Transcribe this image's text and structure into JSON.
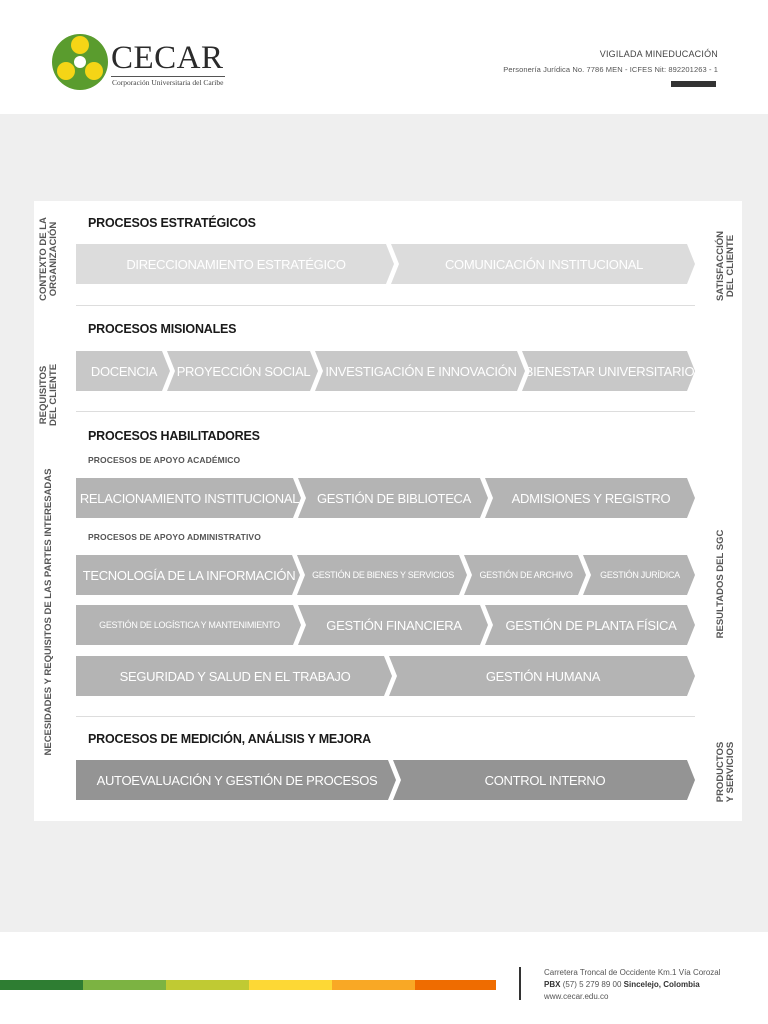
{
  "header": {
    "brand_name": "CECAR",
    "brand_sub": "Corporación Universitaria del Caribe",
    "vigilada": "VIGILADA MINEDUCACIÓN",
    "personeria": "Personería Jurídica No. 7786 MEN - ICFES Nit: 892201263 - 1"
  },
  "side_left": {
    "contexto": "CONTEXTO DE LA\nORGANIZACIÓN",
    "requisitos": "REQUISITOS\nDEL CLIENTE",
    "necesidades": "NECESIDADES Y REQUISITOS DE LAS PARTES INTERESADAS"
  },
  "side_right": {
    "satisfaccion": "SATISFACCIÓN\nDEL CLIENTE",
    "resultados": "RESULTADOS DEL SGC",
    "productos": "PRODUCTOS\nY SERVICIOS"
  },
  "estrategicos": {
    "title": "PROCESOS ESTRATÉGICOS",
    "items": [
      "DIRECCIONAMIENTO ESTRATÉGICO",
      "COMUNICACIÓN INSTITUCIONAL"
    ]
  },
  "misionales": {
    "title": "PROCESOS MISIONALES",
    "items": [
      "DOCENCIA",
      "PROYECCIÓN SOCIAL",
      "INVESTIGACIÓN E INNOVACIÓN",
      "BIENESTAR UNIVERSITARIO"
    ]
  },
  "habilitadores": {
    "title": "PROCESOS HABILITADORES",
    "academico_title": "PROCESOS DE APOYO ACADÉMICO",
    "academico": [
      "RELACIONAMIENTO INSTITUCIONAL",
      "GESTIÓN DE BIBLIOTECA",
      "ADMISIONES Y REGISTRO"
    ],
    "administrativo_title": "PROCESOS DE APOYO ADMINISTRATIVO",
    "admin_row1": [
      "TECNOLOGÍA DE LA INFORMACIÓN",
      "GESTIÓN DE BIENES Y SERVICIOS",
      "GESTIÓN DE ARCHIVO",
      "GESTIÓN JURÍDICA"
    ],
    "admin_row2": [
      "GESTIÓN DE LOGÍSTICA Y MANTENIMIENTO",
      "GESTIÓN FINANCIERA",
      "GESTIÓN DE PLANTA FÍSICA"
    ],
    "admin_row3": [
      "SEGURIDAD Y SALUD EN EL TRABAJO",
      "GESTIÓN HUMANA"
    ]
  },
  "medicion": {
    "title": "PROCESOS DE MEDICIÓN, ANÁLISIS Y MEJORA",
    "items": [
      "AUTOEVALUACIÓN Y GESTIÓN DE PROCESOS",
      "CONTROL INTERNO"
    ]
  },
  "footer": {
    "address": "Carretera Troncal de Occidente Km.1 Vía Corozal",
    "pbx_label": "PBX",
    "pbx": "(57) 5 279 89 00",
    "city": "Sincelejo, Colombia",
    "web": "www.cecar.edu.co"
  },
  "colors": {
    "logo_green": "#5a9c2e",
    "logo_yellow": "#f5d516",
    "footer_stripes": [
      "#2e7d32",
      "#7cb342",
      "#c0ca33",
      "#fdd835",
      "#f9a825",
      "#ef6c00"
    ]
  }
}
